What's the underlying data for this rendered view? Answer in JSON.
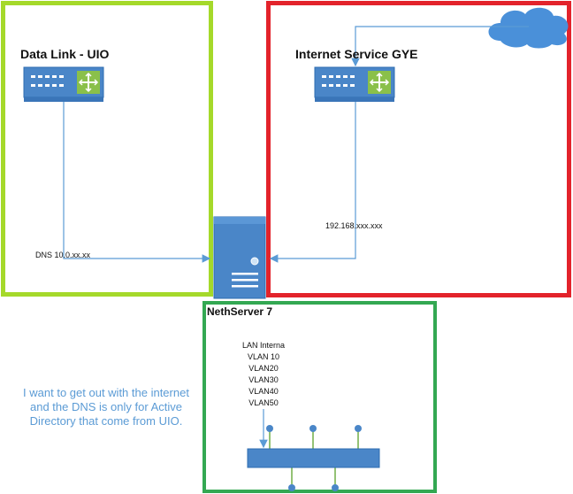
{
  "sites": {
    "uio_title": "Data Link - UIO",
    "gye_title": "Internet Service GYE"
  },
  "links": {
    "dns_label": "DNS 10.0.xx.xx",
    "gye_ip_label": "192.168.xxx.xxx"
  },
  "server": {
    "name": "NethServer 7"
  },
  "lan": {
    "title": "LAN Interna",
    "vlans": [
      "VLAN 10",
      "VLAN20",
      "VLAN30",
      "VLAN40",
      "VLAN50"
    ]
  },
  "note": {
    "lines": [
      "I want to get out with the internet",
      "and the DNS is only for Active",
      "Directory that come from UIO."
    ]
  },
  "colors": {
    "uio_border": "#a5d92a",
    "gye_border": "#e3232b",
    "neth_border": "#33a852",
    "device_blue": "#4a86c8",
    "connector": "#5b9bd5",
    "cloud": "#4a90d9",
    "lan_pins": "#70ad47"
  },
  "icons": [
    "switch-icon",
    "router-icon",
    "server-icon",
    "cloud-icon"
  ]
}
